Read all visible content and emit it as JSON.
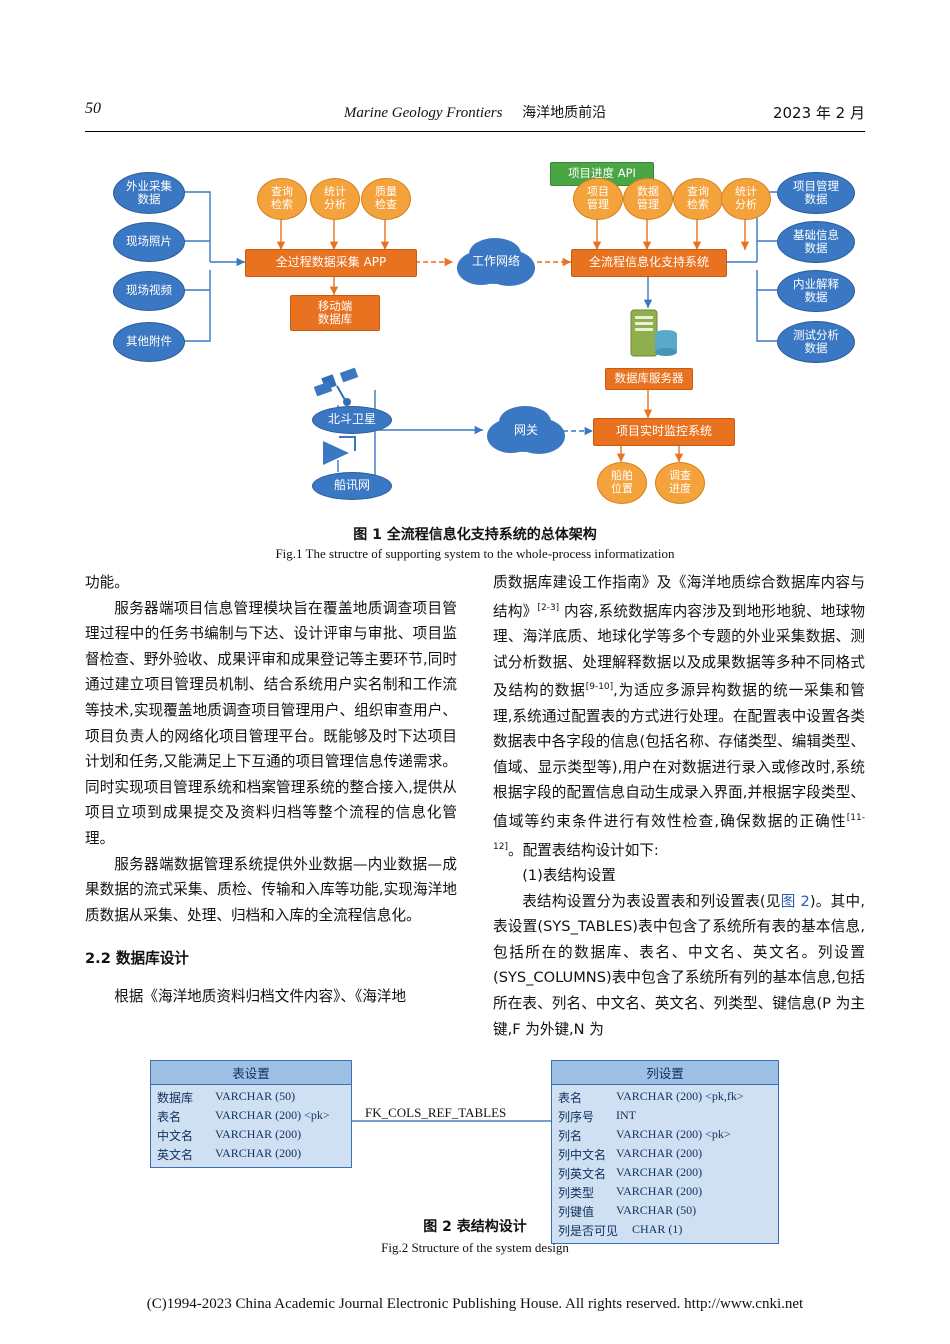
{
  "runhead": {
    "page_number": "50",
    "journal_en": "Marine Geology Frontiers",
    "journal_cn": "海洋地质前沿",
    "date": "2023 年 2 月"
  },
  "figure1": {
    "caption_cn": "图 1    全流程信息化支持系统的总体架构",
    "caption_en": "Fig.1    The structre of supporting system to the whole-process informatization",
    "nodes": {
      "left_inputs": [
        "外业采集\n数据",
        "现场照片",
        "现场视频",
        "其他附件"
      ],
      "app_ops": [
        "查询\n检索",
        "统计\n分析",
        "质量\n检查"
      ],
      "app": "全过程数据采集 APP",
      "mobile_db": "移动端\n数据库",
      "work_net": "工作网络",
      "api": "项目进度 API",
      "sys_ops": [
        "项目\n管理",
        "数据\n管理",
        "查询\n检索",
        "统计\n分析"
      ],
      "system": "全流程信息化支持系统",
      "right_outputs": [
        "项目管理\n数据",
        "基础信息\n数据",
        "内业解释\n数据",
        "测试分析\n数据"
      ],
      "db_server": "数据库服务器",
      "beidou": "北斗卫星",
      "ship_net": "船讯网",
      "gateway": "网关",
      "monitor": "项目实时监控系统",
      "monitor_ops": [
        "船舶\n位置",
        "调查\n进度"
      ]
    }
  },
  "body": {
    "left": [
      "功能。",
      "服务器端项目信息管理模块旨在覆盖地质调查项目管理过程中的任务书编制与下达、设计评审与审批、项目监督检查、野外验收、成果评审和成果登记等主要环节,同时通过建立项目管理员机制、结合系统用户实名制和工作流等技术,实现覆盖地质调查项目管理用户、组织审查用户、项目负责人的网络化项目管理平台。既能够及时下达项目计划和任务,又能满足上下互通的项目管理信息传递需求。同时实现项目管理系统和档案管理系统的整合接入,提供从项目立项到成果提交及资料归档等整个流程的信息化管理。",
      "服务器端数据管理系统提供外业数据—内业数据—成果数据的流式采集、质检、传输和入库等功能,实现海洋地质数据从采集、处理、归档和入库的全流程信息化。"
    ],
    "left_heading": "2.2    数据库设计",
    "left_after_heading": "根据《海洋地质资料归档文件内容》、《海洋地",
    "right": [
      "质数据库建设工作指南》及《海洋地质综合数据库内容与结构》<sup>[2-3]</sup> 内容,系统数据库内容涉及到地形地貌、地球物理、海洋底质、地球化学等多个专题的外业采集数据、测试分析数据、处理解释数据以及成果数据等多种不同格式及结构的数据<sup>[9-10]</sup>,为适应多源异构数据的统一采集和管理,系统通过配置表的方式进行处理。在配置表中设置各类数据表中各字段的信息(包括名称、存储类型、编辑类型、值域、显示类型等),用户在对数据进行录入或修改时,系统根据字段的配置信息自动生成录入界面,并根据字段类型、值域等约束条件进行有效性检查,确保数据的正确性<sup>[11-12]</sup>。配置表结构设计如下:",
      "(1)表结构设置",
      "表结构设置分为表设置表和列设置表(见图 2)。其中,表设置(SYS_TABLES)表中包含了系统所有表的基本信息,包括所在的数据库、表名、中文名、英文名。列设置(SYS_COLUMNS)表中包含了系统所有列的基本信息,包括所在表、列名、中文名、英文名、列类型、键信息(P 为主键,F 为外键,N 为"
    ]
  },
  "figure2": {
    "caption_cn": "图 2    表结构设计",
    "caption_en": "Fig.2    Structure of the system design",
    "relation_label": "FK_COLS_REF_TABLES",
    "table_left": {
      "title": "表设置",
      "rows": [
        {
          "k": "数据库",
          "v": "VARCHAR (50)"
        },
        {
          "k": "表名",
          "v": "VARCHAR (200) <pk>"
        },
        {
          "k": "中文名",
          "v": "VARCHAR (200)"
        },
        {
          "k": "英文名",
          "v": "VARCHAR (200)"
        }
      ]
    },
    "table_right": {
      "title": "列设置",
      "rows": [
        {
          "k": "表名",
          "v": "VARCHAR (200) <pk,fk>"
        },
        {
          "k": "列序号",
          "v": "INT"
        },
        {
          "k": "列名",
          "v": "VARCHAR (200) <pk>"
        },
        {
          "k": "列中文名",
          "v": "VARCHAR (200)"
        },
        {
          "k": "列英文名",
          "v": "VARCHAR (200)"
        },
        {
          "k": "列类型",
          "v": "VARCHAR (200)"
        },
        {
          "k": "列键值",
          "v": "VARCHAR (50)"
        },
        {
          "k": "列是否可见",
          "v": "CHAR (1)"
        }
      ]
    }
  },
  "footer": "(C)1994-2023 China Academic Journal Electronic Publishing House. All rights reserved.    http://www.cnki.net"
}
